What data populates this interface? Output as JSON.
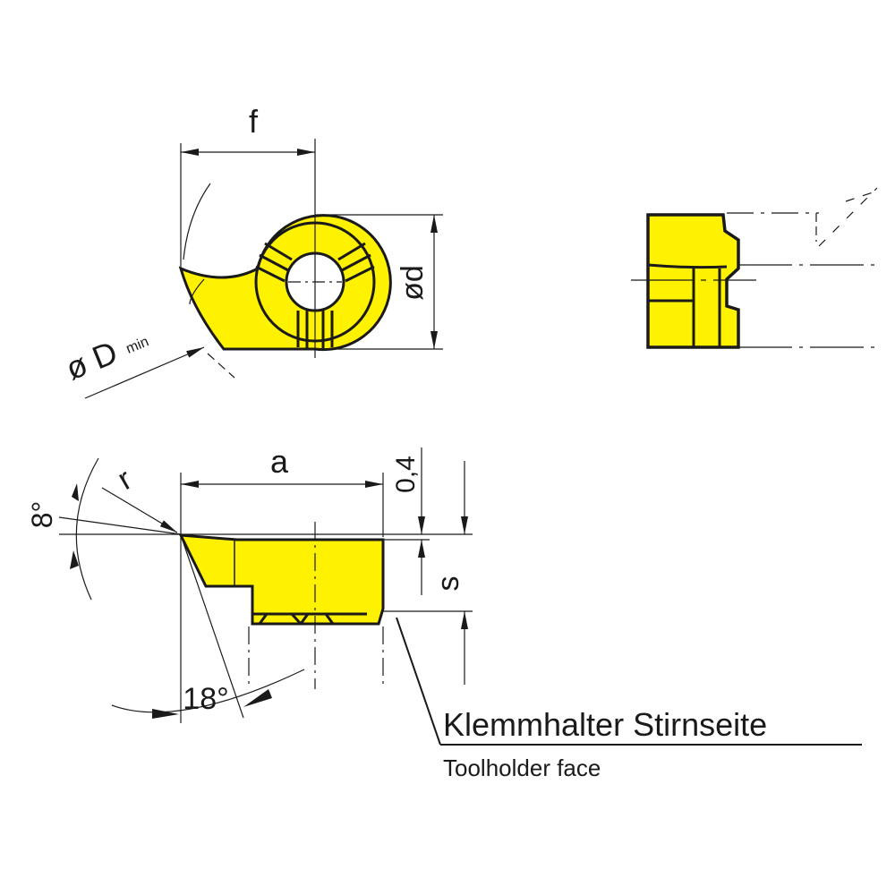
{
  "drawing": {
    "type": "technical-drawing",
    "subject": "indexable insert",
    "fill_color": "#fff200",
    "line_color": "#1a1a1a"
  },
  "top_view": {
    "dim_f": "f",
    "dim_d": "ød",
    "dim_D_symbol": "ø D",
    "dim_D_sub": "min"
  },
  "side_view": {},
  "front_view": {
    "dim_a": "a",
    "dim_r": "r",
    "dim_offset": "0,4",
    "dim_s": "s",
    "angle_top": "8°",
    "angle_bottom": "18°"
  },
  "callout": {
    "label_de": "Klemmhalter Stirnseite",
    "label_en": "Toolholder face"
  }
}
